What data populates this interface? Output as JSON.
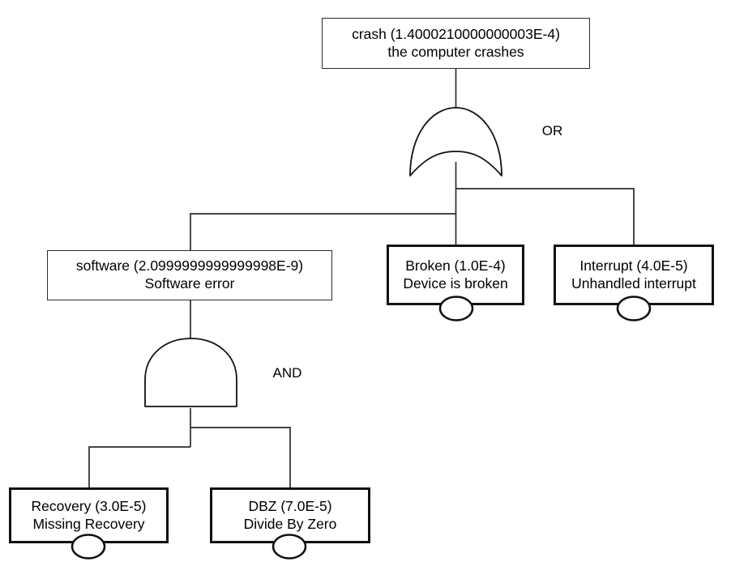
{
  "diagram": {
    "type": "fault-tree",
    "title": "",
    "background_color": "#ffffff",
    "line_color": "#2b2b2b",
    "basic_event_border_color": "#111111",
    "intermediate_event_border_color": "#2b2b2b"
  },
  "nodes": {
    "crash": {
      "id": "crash",
      "kind": "intermediate-event",
      "line1": "crash (1.4000210000000003E-4)",
      "line2": "the computer crashes",
      "name": "crash",
      "probability": "1.4000210000000003E-4",
      "description": "the computer crashes"
    },
    "software": {
      "id": "software",
      "kind": "intermediate-event",
      "line1": "software (2.0999999999999998E-9)",
      "line2": "Software error",
      "name": "software",
      "probability": "2.0999999999999998E-9",
      "description": "Software error"
    },
    "broken": {
      "id": "broken",
      "kind": "basic-event",
      "line1": "Broken (1.0E-4)",
      "line2": "Device is broken",
      "name": "Broken",
      "probability": "1.0E-4",
      "description": "Device is broken"
    },
    "interrupt": {
      "id": "interrupt",
      "kind": "basic-event",
      "line1": "Interrupt (4.0E-5)",
      "line2": "Unhandled interrupt",
      "name": "Interrupt",
      "probability": "4.0E-5",
      "description": "Unhandled interrupt"
    },
    "recovery": {
      "id": "recovery",
      "kind": "basic-event",
      "line1": "Recovery (3.0E-5)",
      "line2": "Missing Recovery",
      "name": "Recovery",
      "probability": "3.0E-5",
      "description": "Missing Recovery"
    },
    "dbz": {
      "id": "dbz",
      "kind": "basic-event",
      "line1": "DBZ (7.0E-5)",
      "line2": "Divide By Zero",
      "name": "DBZ",
      "probability": "7.0E-5",
      "description": "Divide By Zero"
    }
  },
  "gates": {
    "or_gate": {
      "id": "or-gate",
      "label": "OR",
      "shape": "or",
      "parent": "crash",
      "children": [
        "software",
        "broken",
        "interrupt"
      ]
    },
    "and_gate": {
      "id": "and-gate",
      "label": "AND",
      "shape": "and",
      "parent": "software",
      "children": [
        "recovery",
        "dbz"
      ]
    }
  }
}
